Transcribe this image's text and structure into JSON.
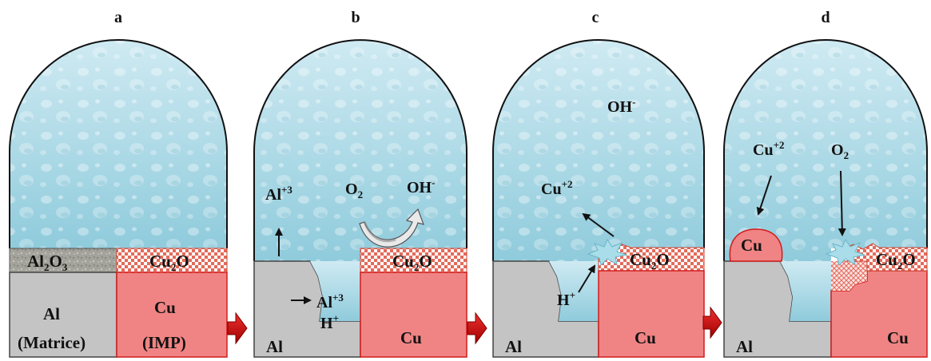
{
  "colors": {
    "water_top": "#c5e6ef",
    "water_bottom": "#8ecbdc",
    "aluminium": "#c4c4c4",
    "copper": "#f08484",
    "copper_border": "#d21c1c",
    "oxide_check": "#e46a5a",
    "alumina": "#9a9a94",
    "arrow_red": "#d40f0f",
    "arrow_dark": "#7a0000"
  },
  "panels": [
    {
      "letter": "a",
      "labels": {
        "oxide_left": "Al2O3",
        "oxide_right": "Cu2O",
        "metal_left": "Al",
        "metal_left_sub": "(Matrice)",
        "metal_right": "Cu",
        "metal_right_sub": "(IMP)"
      }
    },
    {
      "letter": "b",
      "labels": {
        "al_ion_up": "Al",
        "al_ion_up_charge": "+3",
        "o2": "O",
        "o2_sub": "2",
        "oh": "OH",
        "oh_charge": "-",
        "al_ion_pit": "Al",
        "al_ion_pit_charge": "+3",
        "h_pit": "H",
        "h_pit_charge": "+",
        "oxide_right": "Cu2O",
        "metal_left": "Al",
        "metal_right": "Cu"
      }
    },
    {
      "letter": "c",
      "labels": {
        "oh": "OH",
        "oh_charge": "-",
        "cu_ion": "Cu",
        "cu_ion_charge": "+2",
        "h_pit": "H",
        "h_pit_charge": "+",
        "oxide_right": "Cu2O",
        "metal_left": "Al",
        "metal_right": "Cu"
      }
    },
    {
      "letter": "d",
      "labels": {
        "cu_ion": "Cu",
        "cu_ion_charge": "+2",
        "o2": "O",
        "o2_sub": "2",
        "cu_deposit": "Cu",
        "oxide_right": "Cu2O",
        "metal_left": "Al",
        "metal_right": "Cu"
      }
    }
  ]
}
